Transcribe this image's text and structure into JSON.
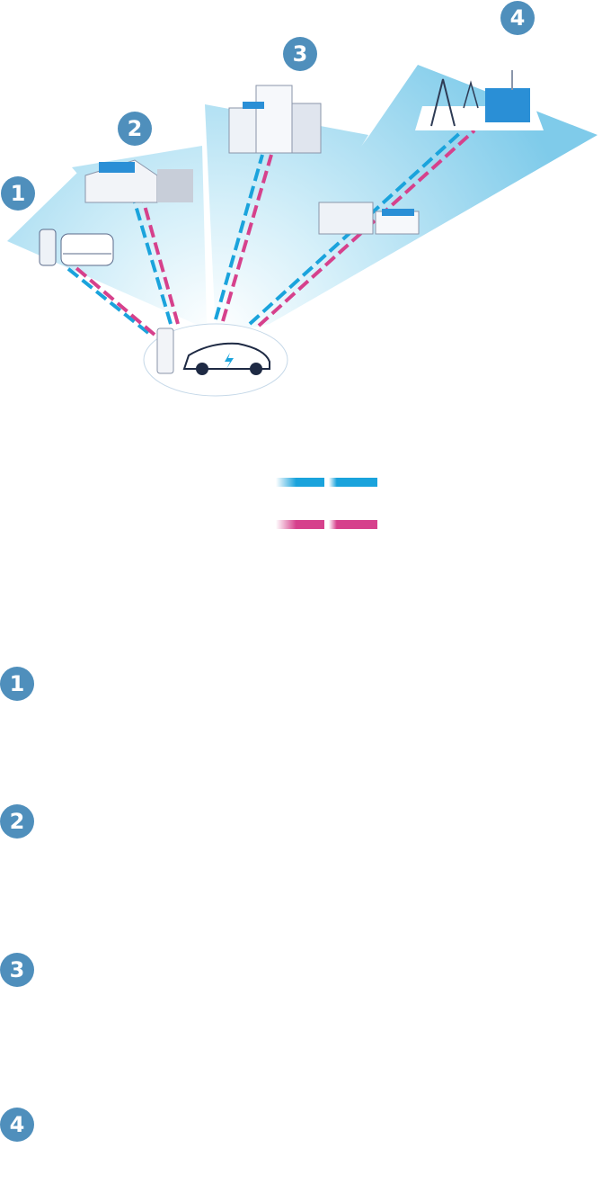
{
  "diagram": {
    "badges": [
      "1",
      "2",
      "3",
      "4"
    ],
    "list_badges": [
      "1",
      "2",
      "3",
      "4"
    ],
    "colors": {
      "badge": "#4f8fbc",
      "flow_blue": "#1aa3dc",
      "flow_pink": "#d6418c",
      "fan": "#8fd3ee"
    }
  }
}
